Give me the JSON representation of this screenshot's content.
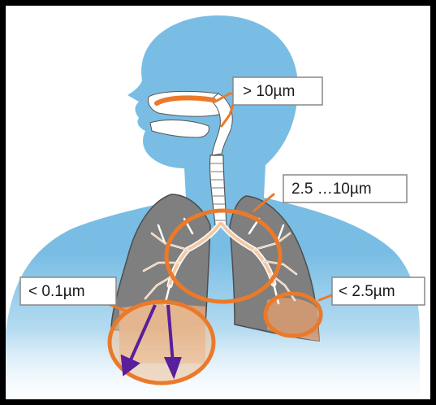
{
  "labels": {
    "nose": "> 10µm",
    "bronchi": "2.5 …10µm",
    "alveoli": "< 0.1µm",
    "bronchioles": "< 2.5µm"
  },
  "colors": {
    "body": "#79bde4",
    "body_light": "#e8f4fb",
    "lung": "#7f7f7f",
    "airway": "#f2c9a6",
    "highlight": "#ea7a2a",
    "arrow": "#5a1f9b"
  }
}
